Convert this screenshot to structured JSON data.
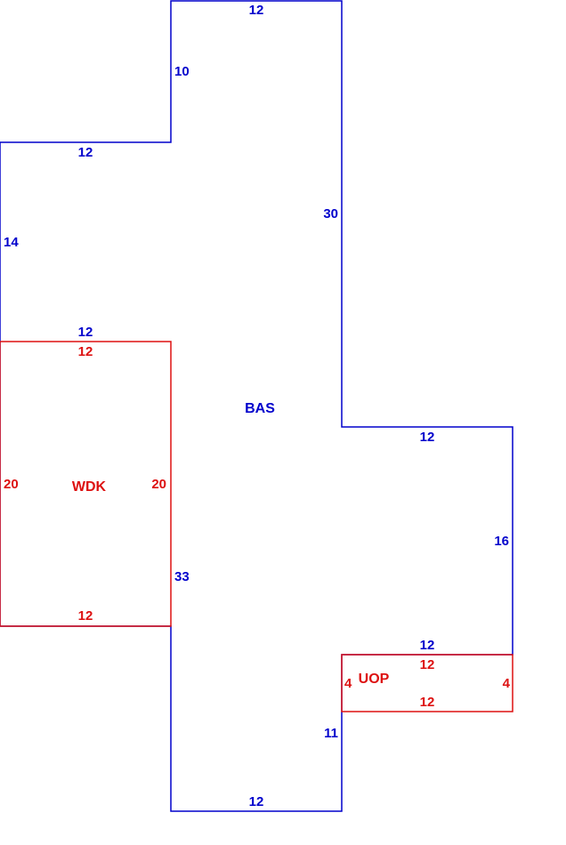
{
  "colors": {
    "main_outline": "#0000cc",
    "addition_outline": "#dd1111"
  },
  "areas": {
    "bas": "BAS",
    "wdk": "WDK",
    "uop": "UOP"
  },
  "bas_dims": {
    "top": "12",
    "tower_left": "10",
    "step_top": "12",
    "left": "14",
    "wdk_top": "12",
    "right_upper": "30",
    "right_step": "12",
    "right_lower": "16",
    "uop_top": "12",
    "lower_right": "11",
    "bottom": "12",
    "lower_left": "33"
  },
  "wdk_dims": {
    "top": "12",
    "left": "20",
    "right": "20",
    "bottom": "12"
  },
  "uop_dims": {
    "top": "12",
    "left": "4",
    "right": "4",
    "bottom": "12"
  }
}
